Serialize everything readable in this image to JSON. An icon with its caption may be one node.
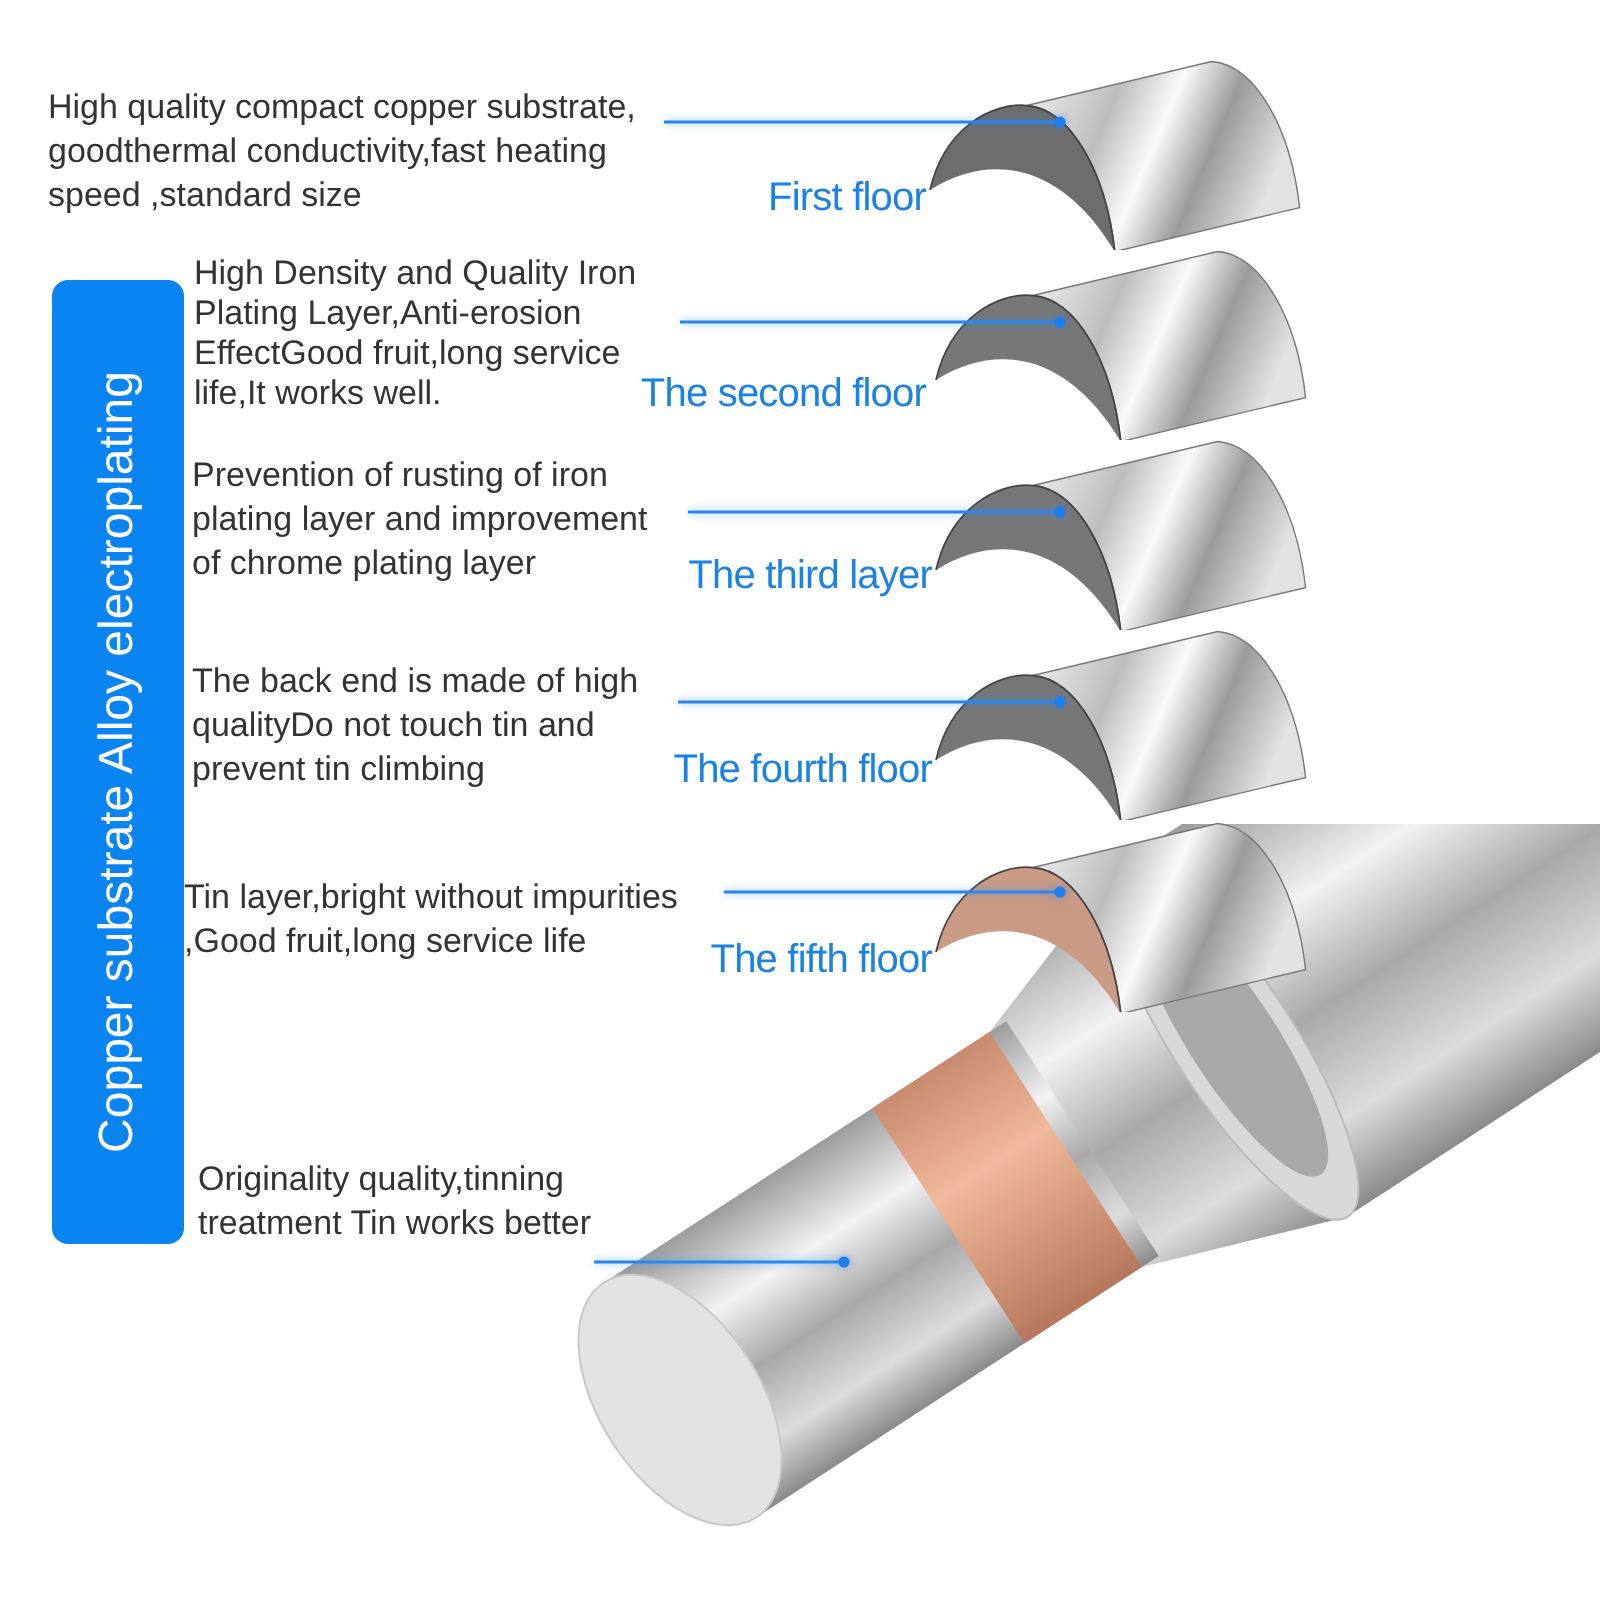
{
  "diagram": {
    "nodes": [
      {
        "text": [
          "High quality compact copper substrate, goodthermal conductivity,fast heating speed ,standard size"
        ]
      },
      {
        "text": [
          "High Density and Quality Iron Plating Layer,Anti-erosion EffectGood fruit,long service life,It works well."
        ]
      },
      {
        "text": [
          "Prevention of rusting of iron plating layer and improvement of chrome plating layer"
        ]
      },
      {
        "text": [
          "The back end is made of high qualityDo not touch tin and prevent tin climbing"
        ]
      },
      {
        "text": [
          "Tin layer,bright without impurities ,Good fruit,long service life"
        ]
      },
      {
        "text": [
          "Originality quality,tinning treatment Tin works better"
        ]
      },
      {
        "text": [],
        "shape": "picture",
        "beside": [
          "First floor"
        ]
      },
      {
        "text": [],
        "shape": "picture",
        "beside": [
          "The second floor"
        ]
      },
      {
        "text": [],
        "shape": "picture",
        "beside": [
          "The third layer"
        ]
      },
      {
        "text": [],
        "shape": "picture",
        "beside": [
          "The fourth floor"
        ]
      },
      {
        "text": [],
        "shape": "picture",
        "beside": [
          "The fifth floor"
        ]
      },
      {
        "text": [],
        "shape": "picture"
      },
      {
        "text": [
          "Copper substrate Alloy electroplating"
        ]
      }
    ],
    "edges": [
      {
        "from": 0,
        "to": 6,
        "arrow": "other"
      },
      {
        "from": 1,
        "to": 7,
        "arrow": "other"
      },
      {
        "from": 2,
        "to": 8,
        "arrow": "other"
      },
      {
        "from": 3,
        "to": 9,
        "arrow": "other"
      },
      {
        "from": 4,
        "to": 10,
        "arrow": "other"
      },
      {
        "from": 5,
        "to": 11,
        "arrow": "other"
      }
    ]
  }
}
